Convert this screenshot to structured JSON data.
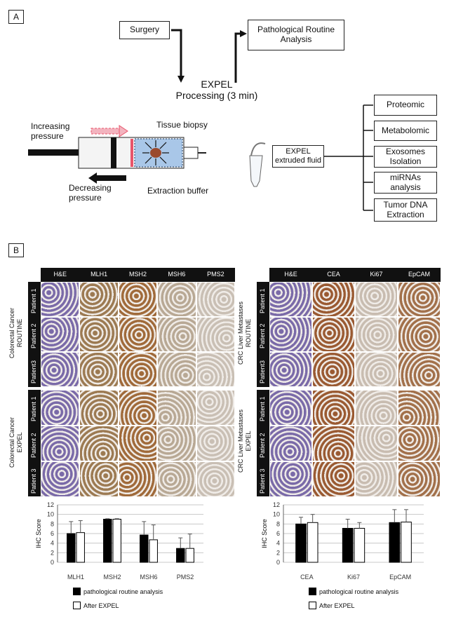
{
  "panel_a": {
    "letter": "A",
    "surgery": "Surgery",
    "pathological": "Pathological Routine\nAnalysis",
    "processing": "EXPEL\nProcessing (3 min)",
    "increasing": "Increasing\npressure",
    "decreasing": "Decreasing\npressure",
    "tissue": "Tissue biopsy",
    "buffer": "Extraction buffer",
    "fluid": "EXPEL\nextruded fluid",
    "outputs": [
      "Proteomic",
      "Metabolomic",
      "Exosomes\nIsolation",
      "miRNAs\nanalysis",
      "Tumor DNA\nExtraction"
    ]
  },
  "panel_b": {
    "letter": "B",
    "left_headers": [
      "H&E",
      "MLH1",
      "MSH2",
      "MSH6",
      "PMS2"
    ],
    "right_headers": [
      "H&E",
      "CEA",
      "Ki67",
      "EpCAM"
    ],
    "patients": [
      "Patient 1",
      "Patient 2",
      "Patient3"
    ],
    "patients_expel": [
      "Patient 1",
      "Patient 2",
      "Patient 3"
    ],
    "left_group_routine": "Colorectal Cancer\nROUTINE",
    "left_group_expel": "Colorectal Cancer\nEXPEL",
    "right_group_routine": "CRC Liver Metastases\nROUTINE",
    "right_group_expel": "CRC Liver Metastases\nEXPEL",
    "stain_colors": {
      "he": "#7a6aa8",
      "mlh1": "#9c7a52",
      "msh2": "#a06a3a",
      "msh6": "#b8a894",
      "pms2": "#c9bfb4",
      "cea": "#9a5a32",
      "ki67": "#c8bcb0",
      "epcam": "#a2704a"
    }
  },
  "chart_data": [
    {
      "type": "bar",
      "categories": [
        "MLH1",
        "MSH2",
        "MSH6",
        "PMS2"
      ],
      "series": [
        {
          "name": "pathological routine analysis",
          "values": [
            6.0,
            9.0,
            5.7,
            2.9
          ],
          "errors": [
            2.5,
            0.1,
            2.8,
            2.2
          ]
        },
        {
          "name": "After EXPEL",
          "values": [
            6.2,
            9.0,
            4.7,
            2.9
          ],
          "errors": [
            2.5,
            0.1,
            3.1,
            3.0
          ]
        }
      ],
      "ylabel": "IHC Score",
      "ylim": [
        0,
        12
      ],
      "yticks": [
        0,
        2,
        4,
        6,
        8,
        10,
        12
      ],
      "grid": true,
      "legend_position": "bottom"
    },
    {
      "type": "bar",
      "categories": [
        "CEA",
        "Ki67",
        "EpCAM"
      ],
      "series": [
        {
          "name": "pathological routine analysis",
          "values": [
            8.0,
            7.1,
            8.3
          ],
          "errors": [
            1.4,
            1.9,
            2.7
          ]
        },
        {
          "name": "After EXPEL",
          "values": [
            8.3,
            7.1,
            8.4
          ],
          "errors": [
            1.7,
            1.2,
            2.6
          ]
        }
      ],
      "ylabel": "IHC Score",
      "ylim": [
        0,
        12
      ],
      "yticks": [
        0,
        2,
        4,
        6,
        8,
        10,
        12
      ],
      "grid": true,
      "legend_position": "bottom"
    }
  ]
}
